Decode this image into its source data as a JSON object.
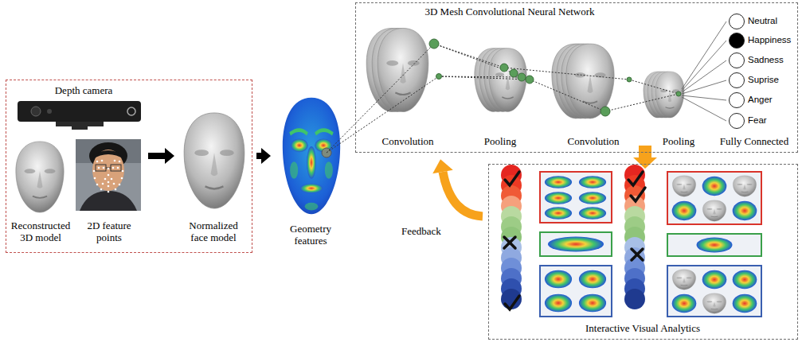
{
  "diagram": {
    "nodes": [
      {
        "text": [
          "Depth camera"
        ]
      },
      {
        "text": [
          "Reconstructed 3D model"
        ],
        "in": 0
      },
      {
        "text": [
          "2D feature points"
        ],
        "in": 0
      },
      {
        "text": [
          "Normalized face model"
        ],
        "in": 0
      },
      {
        "text": [
          "Geometry features"
        ]
      },
      {
        "text": [
          "3D Mesh Convolutional Neural Network",
          "Convolution",
          "Pooling",
          "Convolution",
          "Pooling",
          "Fully Connected"
        ]
      },
      {
        "text": [
          "Neutral"
        ],
        "in": 5
      },
      {
        "text": [
          "Happiness"
        ],
        "in": 5
      },
      {
        "text": [
          "Sadness"
        ],
        "in": 5
      },
      {
        "text": [
          "Suprise"
        ],
        "in": 5
      },
      {
        "text": [
          "Anger"
        ],
        "in": 5
      },
      {
        "text": [
          "Fear"
        ],
        "in": 5
      },
      {
        "text": [
          "Interactive Visual Analytics"
        ]
      }
    ],
    "edges": [
      {
        "from": 2,
        "to": 3,
        "arrow": "to"
      },
      {
        "from": 0,
        "to": 4,
        "arrow": "to"
      },
      {
        "from": 5,
        "to": 12,
        "arrow": "to"
      },
      {
        "from": 12,
        "to": 5,
        "label": "Feedback",
        "arrow": "to"
      }
    ]
  }
}
